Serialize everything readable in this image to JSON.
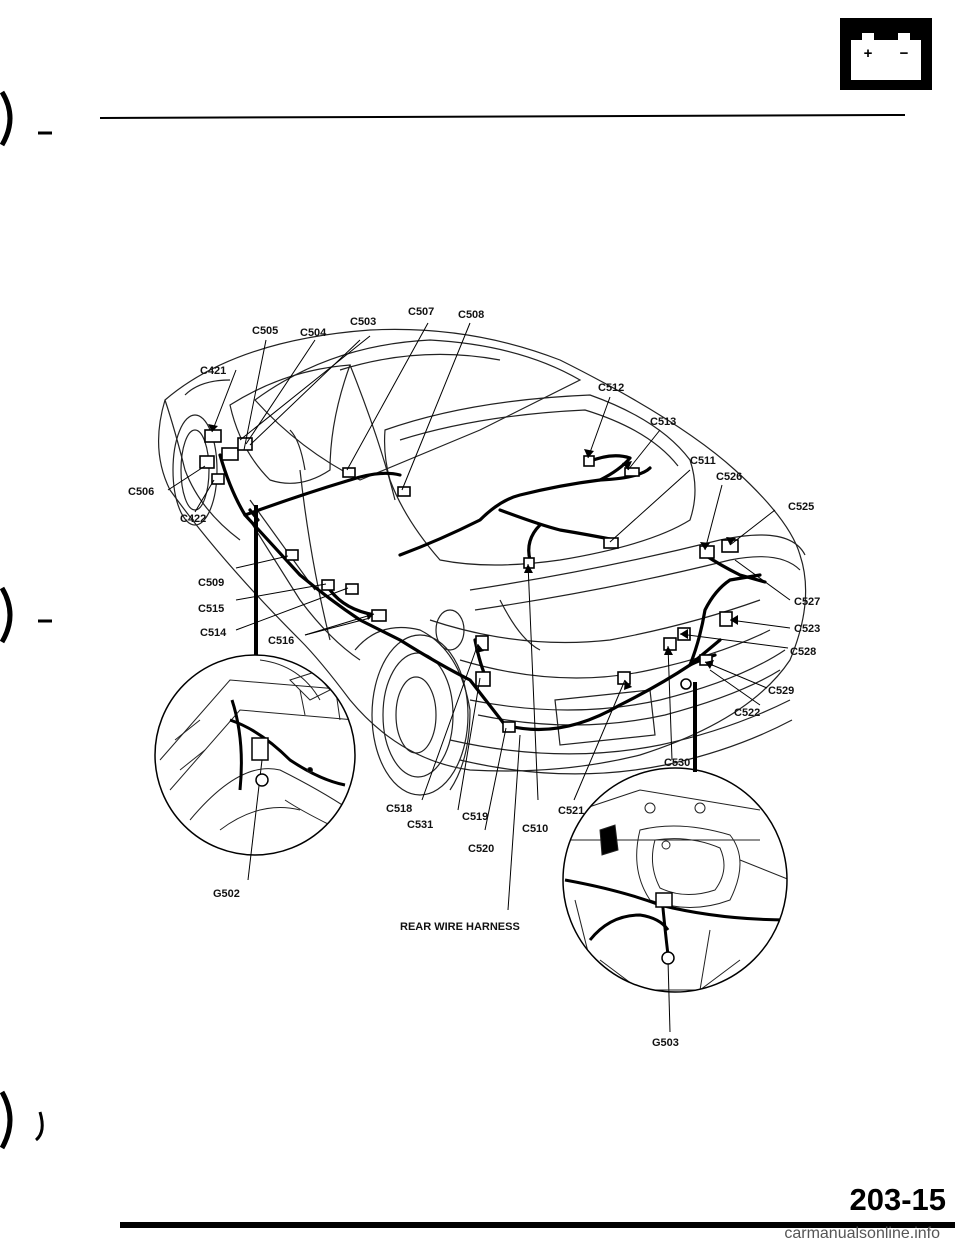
{
  "page_number": "203-15",
  "harness_label": "REAR WIRE HARNESS",
  "watermark": "carmanualsonline.info",
  "battery_symbol": {
    "plus": "+",
    "minus": "−"
  },
  "callouts": {
    "c421": "C421",
    "c422": "C422",
    "c503": "C503",
    "c504": "C504",
    "c505": "C505",
    "c506": "C506",
    "c507": "C507",
    "c508": "C508",
    "c509": "C509",
    "c510": "C510",
    "c511": "C511",
    "c512": "C512",
    "c513": "C513",
    "c514": "C514",
    "c515": "C515",
    "c516": "C516",
    "c518": "C518",
    "c519": "C519",
    "c520": "C520",
    "c521": "C521",
    "c522": "C522",
    "c523": "C523",
    "c525": "C525",
    "c526": "C526",
    "c527": "C527",
    "c528": "C528",
    "c529": "C529",
    "c530": "C530",
    "c531": "C531",
    "g502": "G502",
    "g503": "G503"
  }
}
